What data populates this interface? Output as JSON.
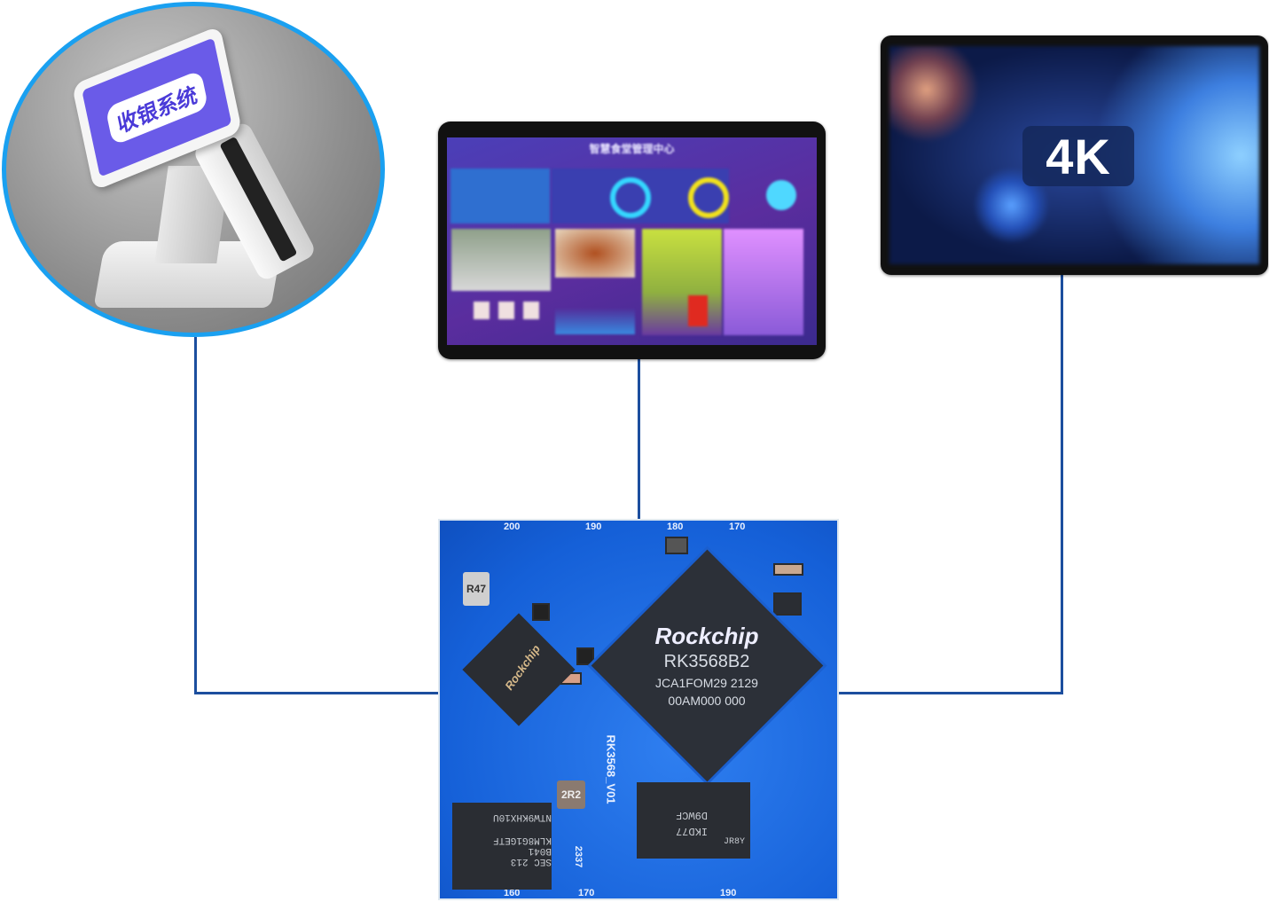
{
  "diagram": {
    "pos_terminal": {
      "screen_label": "收银系统"
    },
    "dashboard_display": {
      "title": "智慧食堂管理中心"
    },
    "display_4k": {
      "badge": "4K"
    },
    "core_board": {
      "soc_brand": "Rockchip",
      "soc_model": "RK3568B2",
      "soc_line2": "JCA1FOM29 2129",
      "soc_line3": "00AM000 000",
      "board_name": "RK3568_V01",
      "inductor_1": "R47",
      "inductor_2": "2R2",
      "pmic_brand": "Rockchip",
      "emmc_lines": [
        "NTW9KHX10U",
        "KLM8G1GETF",
        "B041",
        "SEC 213"
      ],
      "ddr_lines": [
        "D9WCF",
        "IKD77",
        "JR8Y"
      ],
      "date_code": "2337",
      "edge_labels": [
        "200",
        "190",
        "180",
        "170",
        "160",
        "170",
        "190"
      ]
    },
    "connector_color": "#1c4e9e"
  }
}
